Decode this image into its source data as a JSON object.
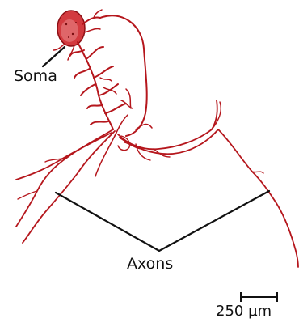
{
  "labels": {
    "soma": "Soma",
    "axons": "Axons",
    "scale": "250 µm"
  },
  "colors": {
    "neuron": "#b5161c",
    "soma_fill": "#d33a3f",
    "pointer": "#111111"
  }
}
